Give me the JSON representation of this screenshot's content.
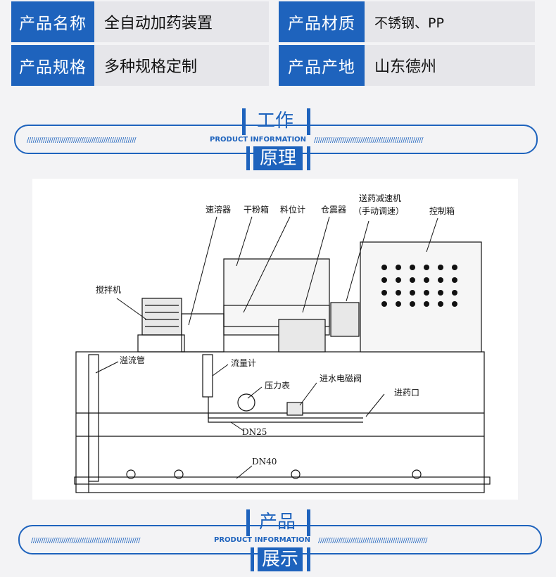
{
  "specs": [
    {
      "label": "产品名称",
      "value": "全自动加药装置"
    },
    {
      "label": "产品材质",
      "value": "不锈钢、PP"
    },
    {
      "label": "产品规格",
      "value": "多种规格定制"
    },
    {
      "label": "产品产地",
      "value": "山东德州"
    }
  ],
  "section1": {
    "title_top": "工作",
    "subtitle": "PRODUCT INFORMATION",
    "title_bottom": "原理"
  },
  "section2": {
    "title_top": "产品",
    "subtitle": "PRODUCT INFORMATION",
    "title_bottom": "展示"
  },
  "slashes": "//////////////////////////////////////////////////////",
  "diagram_labels": {
    "dissolver": "速溶器",
    "powder_box": "干粉箱",
    "level_meter": "料位计",
    "vibrator": "仓震器",
    "feeder_line1": "送药减速机",
    "feeder_line2": "（手动调速）",
    "control_box": "控制箱",
    "agitator": "搅拌机",
    "overflow": "溢流管",
    "flowmeter": "流量计",
    "pressure_gauge": "压力表",
    "solenoid_valve": "进水电磁阀",
    "inlet": "进药口",
    "dn25": "DN25",
    "dn40": "DN40"
  },
  "colors": {
    "brand_blue": "#1e63bd",
    "panel_gray": "#e6e6ea"
  }
}
